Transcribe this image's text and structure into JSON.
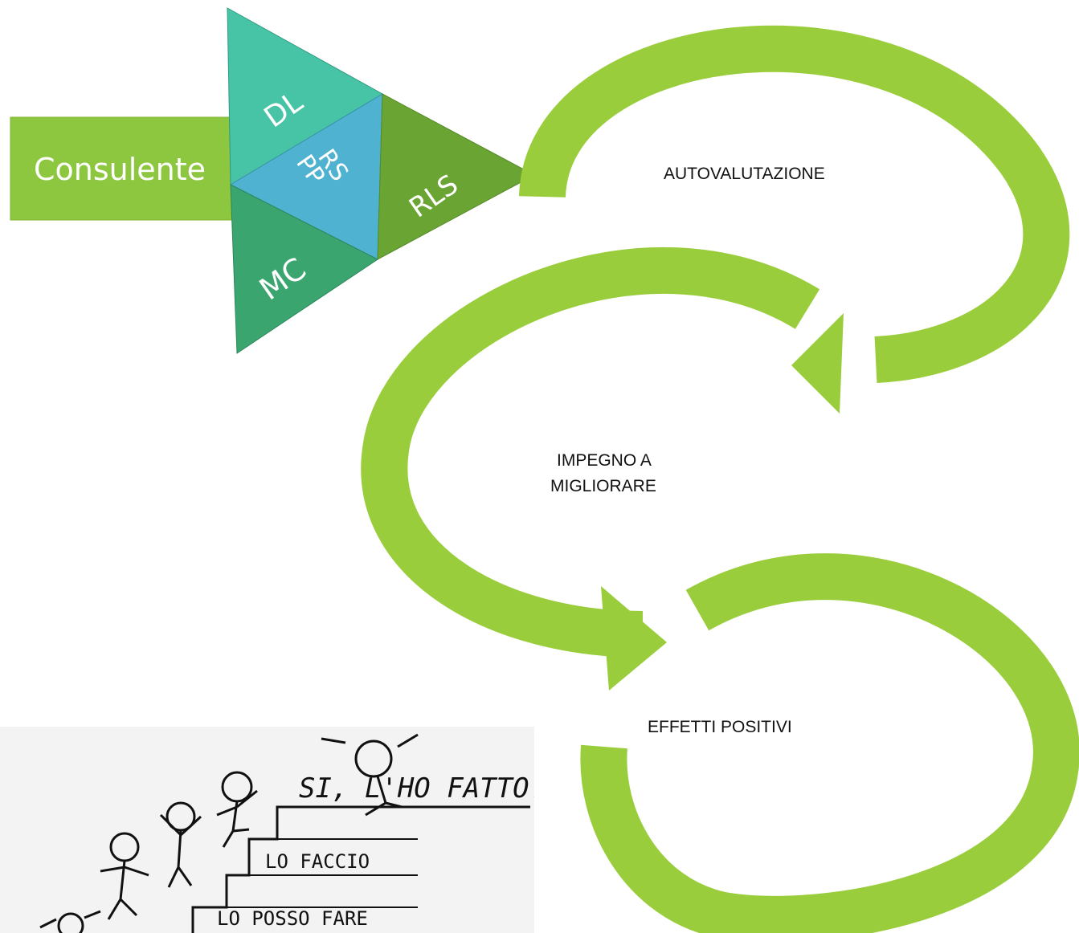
{
  "consulente": {
    "label": "Consulente"
  },
  "triangle": {
    "top": "DL",
    "center_line1": "RS",
    "center_line2": "PP",
    "right": "RLS",
    "bottom": "MC"
  },
  "cycle": {
    "step1": "AUTOVALUTAZIONE",
    "step2_line1": "IMPEGNO A",
    "step2_line2": "MIGLIORARE",
    "step3": "EFFETTI POSITIVI"
  },
  "cartoon": {
    "line1": "SI, L'HO FATTO!",
    "line2": "LO FACCIO",
    "line3": "LO POSSO FARE"
  },
  "colors": {
    "green_light": "#8dc63f",
    "teal": "#47c3a5",
    "blue": "#4fb2d0",
    "green_dark": "#6aa534",
    "green_mid": "#3aa56f",
    "arrow_green": "#9acd3c"
  }
}
